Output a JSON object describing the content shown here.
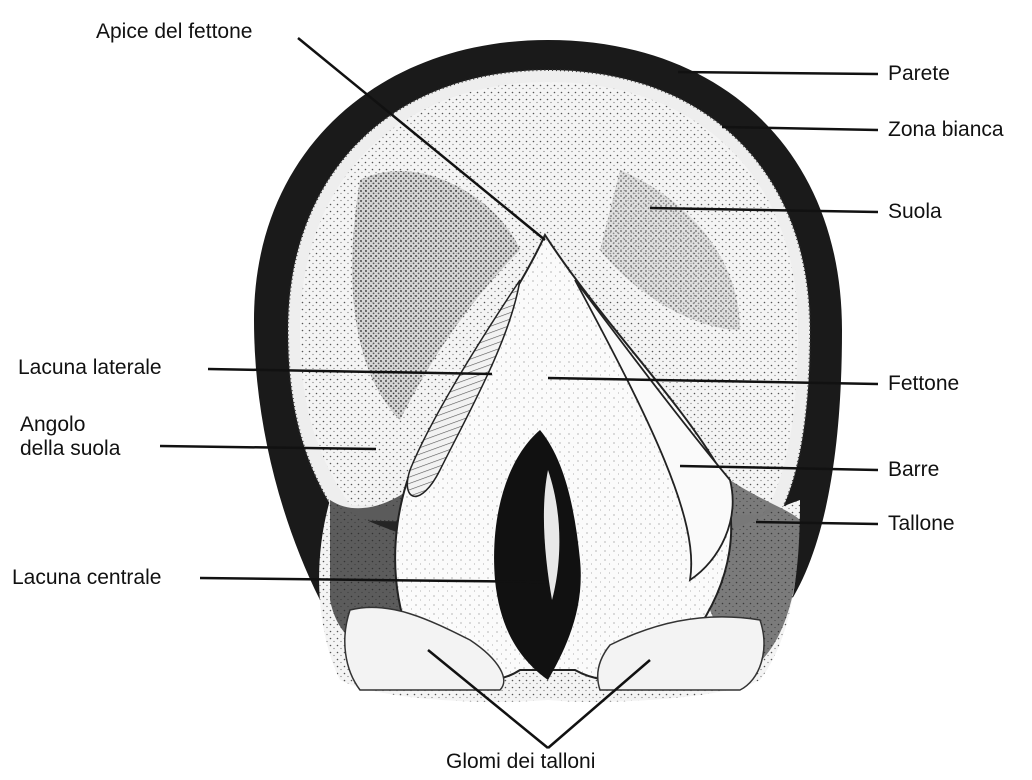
{
  "diagram": {
    "labels": {
      "apice_fettone": "Apice del fettone",
      "parete": "Parete",
      "zona_bianca": "Zona bianca",
      "suola": "Suola",
      "lacuna_laterale": "Lacuna laterale",
      "fettone": "Fettone",
      "angolo_suola_line1": "Angolo",
      "angolo_suola_line2": "della suola",
      "barre": "Barre",
      "tallone": "Tallone",
      "lacuna_centrale": "Lacuna centrale",
      "glomi_talloni": "Glomi dei talloni"
    }
  }
}
